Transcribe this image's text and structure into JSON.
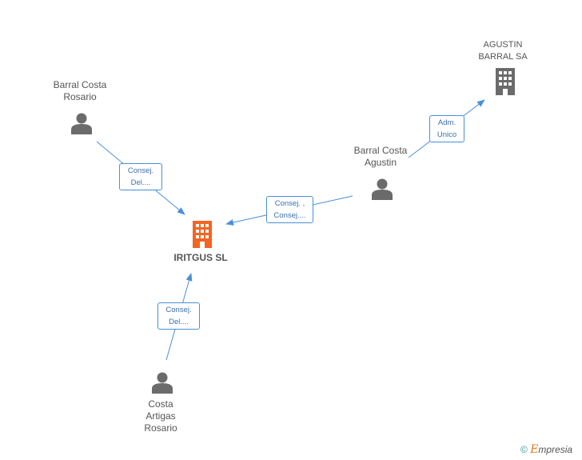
{
  "nodes": {
    "barral_costa_rosario": {
      "label": "Barral Costa\nRosario",
      "type": "person",
      "icon": "person-icon"
    },
    "agustin_barral_sa": {
      "label": "AGUSTIN\nBARRAL SA",
      "type": "company",
      "icon": "building-icon"
    },
    "barral_costa_agustin": {
      "label": "Barral Costa\nAgustin",
      "type": "person",
      "icon": "person-icon"
    },
    "iritgus_sl": {
      "label": "IRITGUS SL",
      "type": "company-main",
      "icon": "building-icon"
    },
    "costa_artigas_rosario": {
      "label": "Costa\nArtigas\nRosario",
      "type": "person",
      "icon": "person-icon"
    }
  },
  "edges": {
    "rosario_to_iritgus": {
      "label": "Consej.\nDel....",
      "from": "Barral Costa Rosario",
      "to": "IRITGUS SL"
    },
    "agustin_to_iritgus": {
      "label": "Consej. ,\nConsej....",
      "from": "Barral Costa Agustin",
      "to": "IRITGUS SL"
    },
    "agustin_to_barral_sa": {
      "label": "Adm.\nUnico",
      "from": "Barral Costa Agustin",
      "to": "AGUSTIN BARRAL SA"
    },
    "artigas_to_iritgus": {
      "label": "Consej.\nDel....",
      "from": "Costa Artigas Rosario",
      "to": "IRITGUS SL"
    }
  },
  "colors": {
    "edge": "#4a90d9",
    "person_icon": "#6b6b6b",
    "company_icon": "#6b6b6b",
    "main_company_icon": "#f26522"
  },
  "footer": {
    "copyright_symbol": "©",
    "brand_first": "E",
    "brand_rest": "mpresia"
  }
}
